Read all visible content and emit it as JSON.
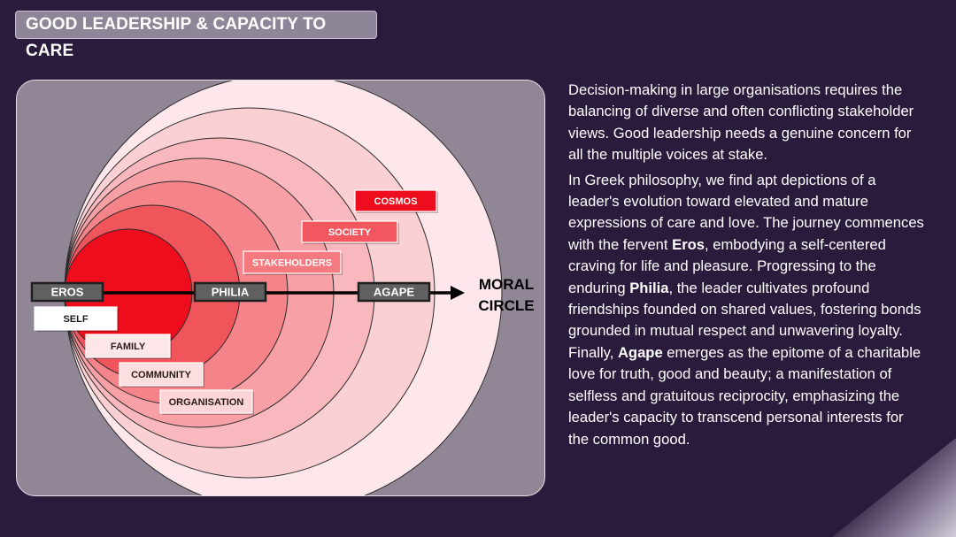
{
  "slide": {
    "title": "GOOD LEADERSHIP & CAPACITY TO CARE"
  },
  "diagram": {
    "circles": [
      {
        "label": "COSMOS",
        "fill": "#fde7ea",
        "label_fill": "#ee0d1d",
        "label_color": "#ffffff"
      },
      {
        "label": "SOCIETY",
        "fill": "#fbd0d4",
        "label_fill": "#f2575f",
        "label_color": "#ffffff"
      },
      {
        "label": "STAKEHOLDERS",
        "fill": "#f9b8bd",
        "label_fill": "#f47a80",
        "label_color": "#ffffff"
      },
      {
        "label": "ORGANISATION",
        "fill": "#f7a0a6",
        "label_fill": "#fbd5d8",
        "label_color": "#2a1a1a"
      },
      {
        "label": "COMMUNITY",
        "fill": "#f4838a",
        "label_fill": "#fcdee0",
        "label_color": "#2a1a1a"
      },
      {
        "label": "FAMILY",
        "fill": "#f0555c",
        "label_fill": "#fde6e8",
        "label_color": "#2a1a1a"
      },
      {
        "label": "SELF",
        "fill": "#ee0d1d",
        "label_fill": "#ffffff",
        "label_color": "#1a1a1a"
      }
    ],
    "axis_labels": [
      "EROS",
      "PHILIA",
      "AGAPE"
    ],
    "moral_circle": [
      "MORAL",
      "CIRCLE"
    ],
    "colors": {
      "axis_box_fill": "#606060",
      "axis_box_border": "#1f1f1f",
      "arrow": "#000000"
    }
  },
  "text": {
    "p1": "Decision-making in large organisations requires the balancing of diverse  and often conflicting stakeholder views. Good leadership needs a genuine concern for all the multiple voices at stake.",
    "p2_a": "In Greek philosophy, we find apt depictions of a leader's evolution toward elevated and mature expressions of care and love. The journey commences with the fervent ",
    "p2_eros": "Eros",
    "p2_b": ", embodying a self-centered craving for life and pleasure. Progressing to the enduring ",
    "p2_philia": "Philia",
    "p2_c": ", the leader cultivates profound friendships founded on shared values, fostering bonds grounded in mutual respect and unwavering loyalty. Finally, ",
    "p2_agape": "Agape",
    "p2_d": " emerges as the epitome of a charitable love for truth, good and beauty; a manifestation of selfless and gratuitous reciprocity, emphasizing the leader's capacity to transcend personal interests for the common good."
  }
}
